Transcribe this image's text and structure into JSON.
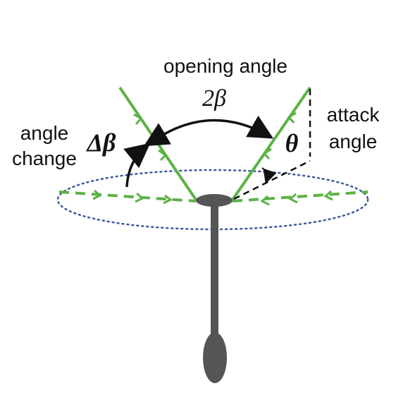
{
  "labels": {
    "opening_angle": "opening angle",
    "two_beta": "2β",
    "angle_change_line1": "angle",
    "angle_change_line2": "change",
    "delta_beta": "Δβ",
    "theta": "θ",
    "attack_line1": "attack",
    "attack_line2": "angle"
  },
  "colors": {
    "bristle": "#5cb246",
    "ellipse": "#3c5a9c",
    "stalk": "#555555",
    "arrow": "#111111"
  },
  "icons": {
    "bristle_marker": "chevron-arrow-icon"
  }
}
